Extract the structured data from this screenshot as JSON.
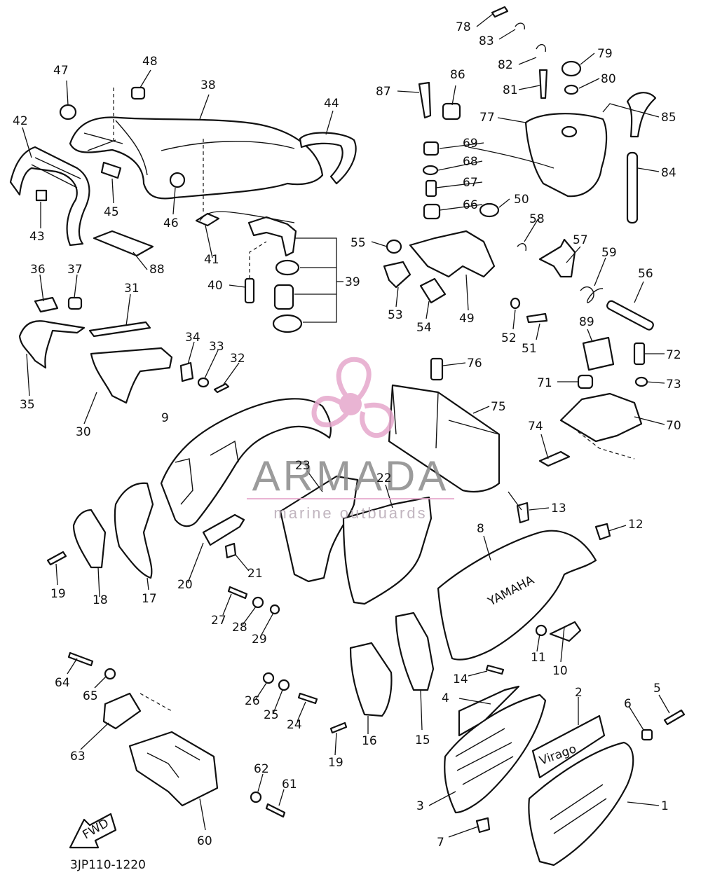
{
  "watermark": {
    "brand": "ARMADA",
    "tagline": "marine outbuards",
    "colors": {
      "logo": "#e6a7cc",
      "text": "#8a8a8a",
      "tagline": "#b7a9b5"
    }
  },
  "diagram_code": "3JP110-1220",
  "direction_label": "FWD",
  "brand_decal": "Virago",
  "cover_marking": "YAMAHA",
  "part_numbers": [
    "1",
    "2",
    "3",
    "4",
    "5",
    "6",
    "7",
    "8",
    "9",
    "10",
    "11",
    "12",
    "13",
    "14",
    "15",
    "16",
    "17",
    "18",
    "19",
    "20",
    "21",
    "22",
    "23",
    "24",
    "25",
    "26",
    "27",
    "28",
    "29",
    "30",
    "31",
    "32",
    "33",
    "34",
    "35",
    "36",
    "37",
    "38",
    "39",
    "40",
    "41",
    "42",
    "43",
    "44",
    "45",
    "46",
    "47",
    "48",
    "49",
    "50",
    "51",
    "52",
    "53",
    "54",
    "55",
    "56",
    "57",
    "58",
    "59",
    "60",
    "61",
    "62",
    "63",
    "64",
    "65",
    "66",
    "67",
    "68",
    "69",
    "70",
    "71",
    "72",
    "73",
    "74",
    "75",
    "76",
    "77",
    "78",
    "79",
    "80",
    "81",
    "82",
    "83",
    "84",
    "85",
    "86",
    "87",
    "88",
    "89"
  ],
  "labels": [
    {
      "n": "1"
    },
    {
      "n": "2"
    },
    {
      "n": "3"
    },
    {
      "n": "4"
    },
    {
      "n": "5"
    },
    {
      "n": "6"
    },
    {
      "n": "7"
    },
    {
      "n": "8"
    },
    {
      "n": "9"
    },
    {
      "n": "10"
    },
    {
      "n": "11"
    },
    {
      "n": "12"
    },
    {
      "n": "13"
    },
    {
      "n": "14"
    },
    {
      "n": "15"
    },
    {
      "n": "16"
    },
    {
      "n": "17"
    },
    {
      "n": "18"
    },
    {
      "n": "19"
    },
    {
      "n": "19"
    },
    {
      "n": "20"
    },
    {
      "n": "21"
    },
    {
      "n": "22"
    },
    {
      "n": "23"
    },
    {
      "n": "24"
    },
    {
      "n": "25"
    },
    {
      "n": "26"
    },
    {
      "n": "27"
    },
    {
      "n": "28"
    },
    {
      "n": "29"
    },
    {
      "n": "30"
    },
    {
      "n": "31"
    },
    {
      "n": "32"
    },
    {
      "n": "33"
    },
    {
      "n": "34"
    },
    {
      "n": "35"
    },
    {
      "n": "36"
    },
    {
      "n": "37"
    },
    {
      "n": "38"
    },
    {
      "n": "39"
    },
    {
      "n": "40"
    },
    {
      "n": "41"
    },
    {
      "n": "42"
    },
    {
      "n": "43"
    },
    {
      "n": "44"
    },
    {
      "n": "45"
    },
    {
      "n": "46"
    },
    {
      "n": "47"
    },
    {
      "n": "48"
    },
    {
      "n": "49"
    },
    {
      "n": "50"
    },
    {
      "n": "51"
    },
    {
      "n": "52"
    },
    {
      "n": "53"
    },
    {
      "n": "54"
    },
    {
      "n": "55"
    },
    {
      "n": "56"
    },
    {
      "n": "57"
    },
    {
      "n": "58"
    },
    {
      "n": "59"
    },
    {
      "n": "60"
    },
    {
      "n": "61"
    },
    {
      "n": "62"
    },
    {
      "n": "63"
    },
    {
      "n": "64"
    },
    {
      "n": "65"
    },
    {
      "n": "66"
    },
    {
      "n": "67"
    },
    {
      "n": "68"
    },
    {
      "n": "69"
    },
    {
      "n": "70"
    },
    {
      "n": "71"
    },
    {
      "n": "72"
    },
    {
      "n": "73"
    },
    {
      "n": "74"
    },
    {
      "n": "75"
    },
    {
      "n": "76"
    },
    {
      "n": "77"
    },
    {
      "n": "78"
    },
    {
      "n": "79"
    },
    {
      "n": "80"
    },
    {
      "n": "81"
    },
    {
      "n": "82"
    },
    {
      "n": "83"
    },
    {
      "n": "84"
    },
    {
      "n": "85"
    },
    {
      "n": "86"
    },
    {
      "n": "87"
    },
    {
      "n": "88"
    },
    {
      "n": "89"
    }
  ]
}
